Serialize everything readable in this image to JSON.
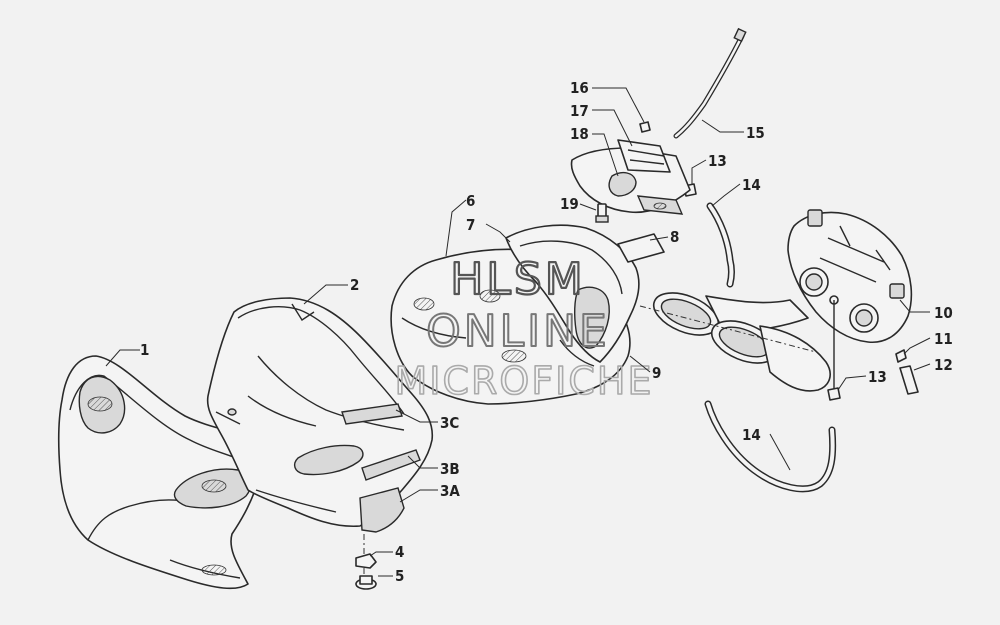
{
  "watermark": {
    "line1": "HLSM",
    "line2": "ONLINE",
    "line3": "MICROFICHE"
  },
  "callouts": [
    "1",
    "2",
    "3A",
    "3B",
    "3C",
    "4",
    "5",
    "6",
    "7",
    "8",
    "9",
    "10",
    "11",
    "12",
    "13",
    "13",
    "14",
    "14",
    "15",
    "16",
    "17",
    "18",
    "19"
  ]
}
